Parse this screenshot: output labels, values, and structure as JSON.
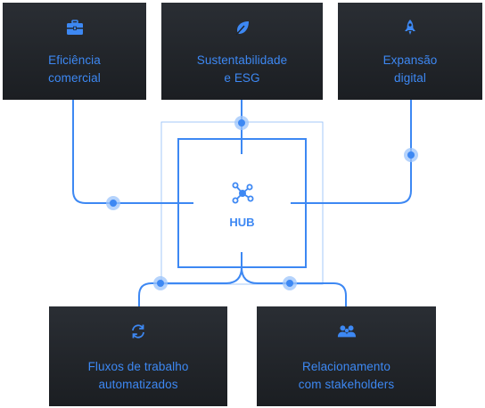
{
  "hub": {
    "label": "HUB",
    "icon": "network-nodes-icon"
  },
  "cards": {
    "top_left": {
      "label": "Eficiência\ncomercial",
      "icon": "briefcase-icon"
    },
    "top_mid": {
      "label": "Sustentabilidade\ne ESG",
      "icon": "leaf-icon"
    },
    "top_right": {
      "label": "Expansão\ndigital",
      "icon": "rocket-icon"
    },
    "bot_left": {
      "label": "Fluxos de trabalho\nautomatizados",
      "icon": "refresh-icon"
    },
    "bot_right": {
      "label": "Relacionamento\ncom stakeholders",
      "icon": "people-icon"
    }
  },
  "colors": {
    "accent": "#3d88f3",
    "accent_light": "#9cc4fb",
    "card_bg_top": "#2a2e34",
    "card_bg_bottom": "#1b1e22"
  }
}
